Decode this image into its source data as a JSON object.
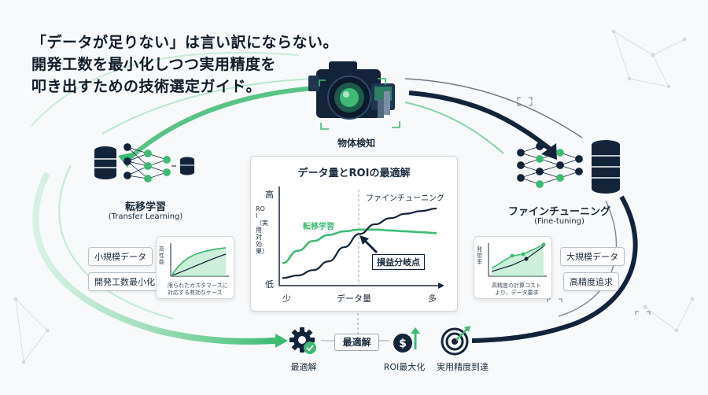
{
  "headline": {
    "line1": "「データが足りない」は言い訳にならない。",
    "line2": "開発工数を最小化しつつ実用精度を",
    "line3": "叩き出すための技術選定ガイド。"
  },
  "top_node": {
    "label": "物体検知"
  },
  "left_node": {
    "title": "転移学習",
    "subtitle": "(Transfer Learning)"
  },
  "right_node": {
    "title": "ファインチューニング",
    "subtitle": "(Fine-tuning)"
  },
  "left_pills": [
    "小規模データ",
    "開発工数最小化"
  ],
  "right_pills": [
    "大規模データ",
    "高精度追求"
  ],
  "left_mini_chart": {
    "ylabel": "高性能",
    "caption_line1": "限られたカスタマースに",
    "caption_line2": "対応する有効なケース"
  },
  "right_mini_chart": {
    "ylabel": "発想率",
    "caption_line1": "高精度の計算コスト",
    "caption_line2": "より、データ要求"
  },
  "center_chart": {
    "title": "データ量とROIの最適解",
    "ylabel": "ROI（実用対効果）",
    "y_high": "高",
    "y_low": "低",
    "x_low": "少",
    "x_high": "多",
    "xlabel": "データ量",
    "annotation": "損益分岐点"
  },
  "chart_data": {
    "type": "line",
    "title": "データ量とROIの最適解",
    "xlabel": "データ量",
    "ylabel": "ROI（実用対効果）",
    "x_ticks": [
      "少",
      "多"
    ],
    "y_ticks": [
      "低",
      "高"
    ],
    "xlim": [
      0,
      1
    ],
    "ylim": [
      0,
      1
    ],
    "series": [
      {
        "name": "転移学習",
        "color": "#3dbb73",
        "x": [
          0,
          0.1,
          0.2,
          0.3,
          0.4,
          0.5,
          0.6,
          0.7,
          0.8,
          0.9,
          1.0
        ],
        "y": [
          0.22,
          0.36,
          0.47,
          0.54,
          0.58,
          0.6,
          0.6,
          0.59,
          0.58,
          0.57,
          0.56
        ]
      },
      {
        "name": "ファインチューニング",
        "color": "#13243a",
        "x": [
          0,
          0.1,
          0.2,
          0.3,
          0.4,
          0.5,
          0.6,
          0.7,
          0.8,
          0.9,
          1.0
        ],
        "y": [
          0.05,
          0.08,
          0.14,
          0.24,
          0.4,
          0.55,
          0.66,
          0.73,
          0.78,
          0.81,
          0.84
        ]
      }
    ],
    "annotations": [
      "損益分岐点"
    ],
    "grid": false,
    "legend": "inline labels"
  },
  "bottom": {
    "item1": "最適解",
    "center_label": "最適解",
    "item2": "ROI最大化",
    "item3": "実用精度到達"
  },
  "colors": {
    "green": "#3dbb73",
    "navy": "#13243a",
    "light_green": "#a9e4c2"
  },
  "icons": [
    "camera-icon",
    "database-icon",
    "neural-network-icon",
    "gear-check-icon",
    "dollar-arrow-icon",
    "target-icon"
  ]
}
